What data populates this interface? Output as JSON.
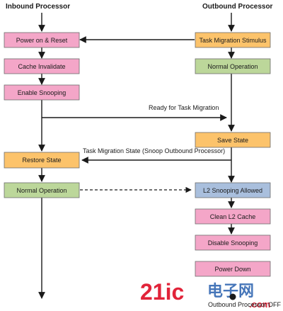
{
  "headings": {
    "inbound": "Inbound Processor",
    "outbound": "Outbound Processor"
  },
  "steps": {
    "power_on_reset": "Power on & Reset",
    "cache_invalidate": "Cache Invalidate",
    "enable_snooping": "Enable Snooping",
    "restore_state": "Restore State",
    "inbound_normal_operation": "Normal Operation",
    "task_migration_stimulus": "Task Migration Stimulus",
    "outbound_normal_operation": "Normal Operation",
    "save_state": "Save State",
    "l2_snooping_allowed": "L2 Snooping Allowed",
    "clean_l2_cache": "Clean L2 Cache",
    "disable_snooping": "Disable Snooping",
    "power_down": "Power Down"
  },
  "messages": {
    "ready_for_task_migration": "Ready for Task Migration",
    "task_migration_state": "Task Migration State (Snoop Outbound Processor)",
    "outbound_processor_off": "Outbound Processor OFF"
  },
  "colors": {
    "pink": "#f4a6c8",
    "orange": "#fcc36b",
    "green": "#bcd79a",
    "blue": "#a9bfdd",
    "line": "#1a1a1a",
    "watermark_red": "#e0182f",
    "watermark_blue": "#3d6fb6"
  },
  "watermark": {
    "brand": "21ic",
    "chinese": "电子网",
    "site": ".com"
  }
}
